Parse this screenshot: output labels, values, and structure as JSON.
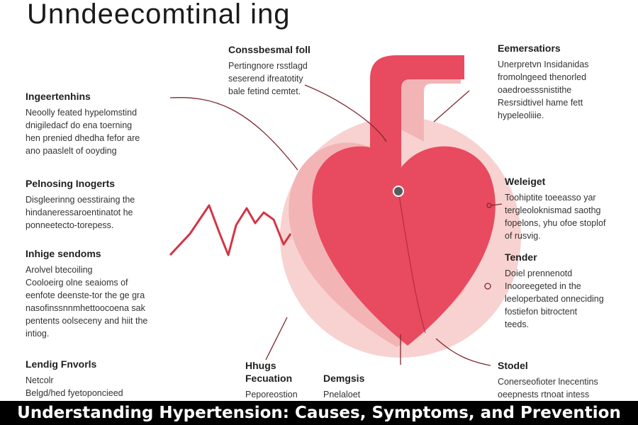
{
  "title": "Unndeecomtinal ing",
  "colors": {
    "heart": "#e84a5f",
    "heart_shadow": "#f3b4b6",
    "lines": "#8a2a2f",
    "banner_bg": "#000000",
    "banner_text": "#ffffff"
  },
  "blocks": {
    "left1": {
      "title": "Ingeertenhins",
      "lines": [
        "Neoolly feated hypelomstind",
        "dnigiledacf do ena toerning",
        "hen prenied dhedha fefor are",
        "ano paaslelt of ooyding"
      ]
    },
    "left2": {
      "title": "Pelnosing Inogerts",
      "lines": [
        "Disgleerinng oesstiraing the",
        "hindaneressaroentinatot he",
        "ponneetecto-torepess."
      ]
    },
    "left3": {
      "title": "Inhige sendoms",
      "lines": [
        "Arolvel btecoiling",
        "Cooloeirg olne seaioms of",
        "eenfote deenste-tor the ge gra",
        "nasofinssnnmhettoocoena sak",
        "pentents oolseceny and hiit the",
        "intiog."
      ]
    },
    "left4": {
      "title": "Lendig Fnvorls",
      "lines": [
        "Netcolr",
        "Belgd/hed fyetoponcieed"
      ]
    },
    "topmid": {
      "title": "Conssbesmal foll",
      "lines": [
        "Pertingnore rsstlagd",
        "seserend ifreatotity",
        "bale fetind cemtet."
      ]
    },
    "right1": {
      "title": "Eemersatiors",
      "lines": [
        "Unerpretvn Insidanidas",
        "fromolngeed thenorled",
        "oaedroesssnistithe",
        "Resrsidtivel hame fett",
        "hypeleoliiie."
      ]
    },
    "right2": {
      "title": "Weleiget",
      "lines": [
        "Toohiptite toeeasso yar",
        "tergleoloknismad saothg",
        "fopelons, yhu ofoe stoplof",
        "of rusvig."
      ]
    },
    "right3": {
      "title": "Tender",
      "lines": [
        "Doiel prennenotd",
        "Inooreegeted in the",
        "leeloperbated onneciding",
        "fostiefon bitroctent",
        "teeds."
      ]
    },
    "right4": {
      "title": "Stodel",
      "lines": [
        "Conerseofioter lnecentins",
        "oeepnests rtnoat intess"
      ]
    },
    "bottom1": {
      "title": "Hhugs",
      "lines": []
    },
    "bottom2": {
      "title": "Fecuation",
      "lines": [
        "Peporeostion"
      ]
    },
    "bottom3": {
      "title": "Demgsis",
      "lines": [
        "Pnelaloet"
      ]
    }
  },
  "banner": "Understanding Hypertension: Causes, Symptoms, and Prevention"
}
